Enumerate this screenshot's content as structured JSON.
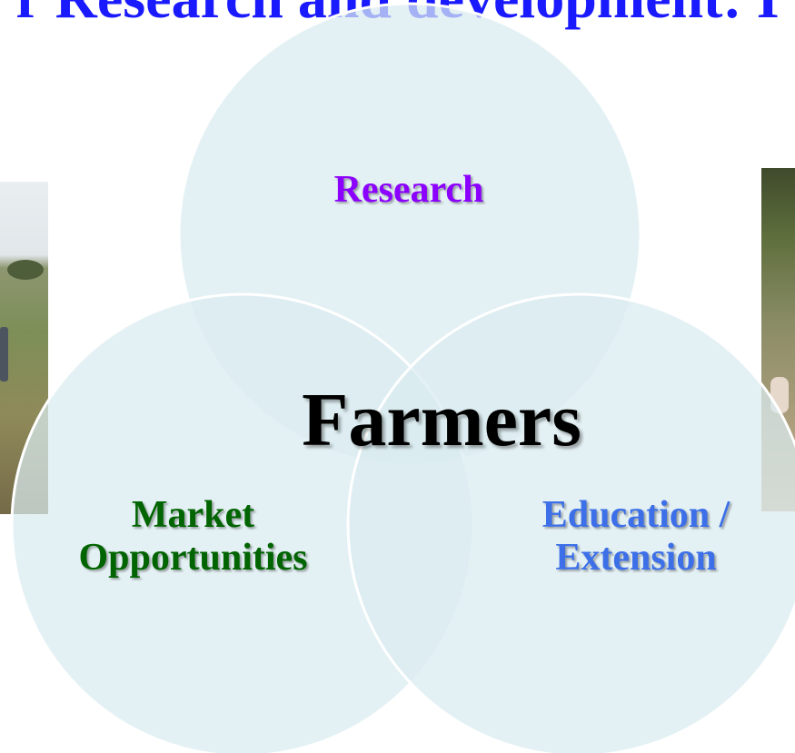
{
  "title_fragment": "r Research and development: I",
  "colors": {
    "title": "#1a1aff",
    "circle_fill": "#daecf0",
    "circle_stroke": "#ffffff",
    "research": "#8b00ff",
    "center": "#000000",
    "market": "#006400",
    "education": "#3c6fe8"
  },
  "diagram": {
    "type": "venn",
    "sets": [
      "Research",
      "Market Opportunities",
      "Education / Extension"
    ],
    "center": "Farmers",
    "labels": {
      "research": "Research",
      "center": "Farmers",
      "market_line1": "Market",
      "market_line2": "Opportunities",
      "education_line1": "Education /",
      "education_line2": "Extension"
    }
  },
  "photos": {
    "left": "field-photo",
    "right": "village-photo"
  }
}
